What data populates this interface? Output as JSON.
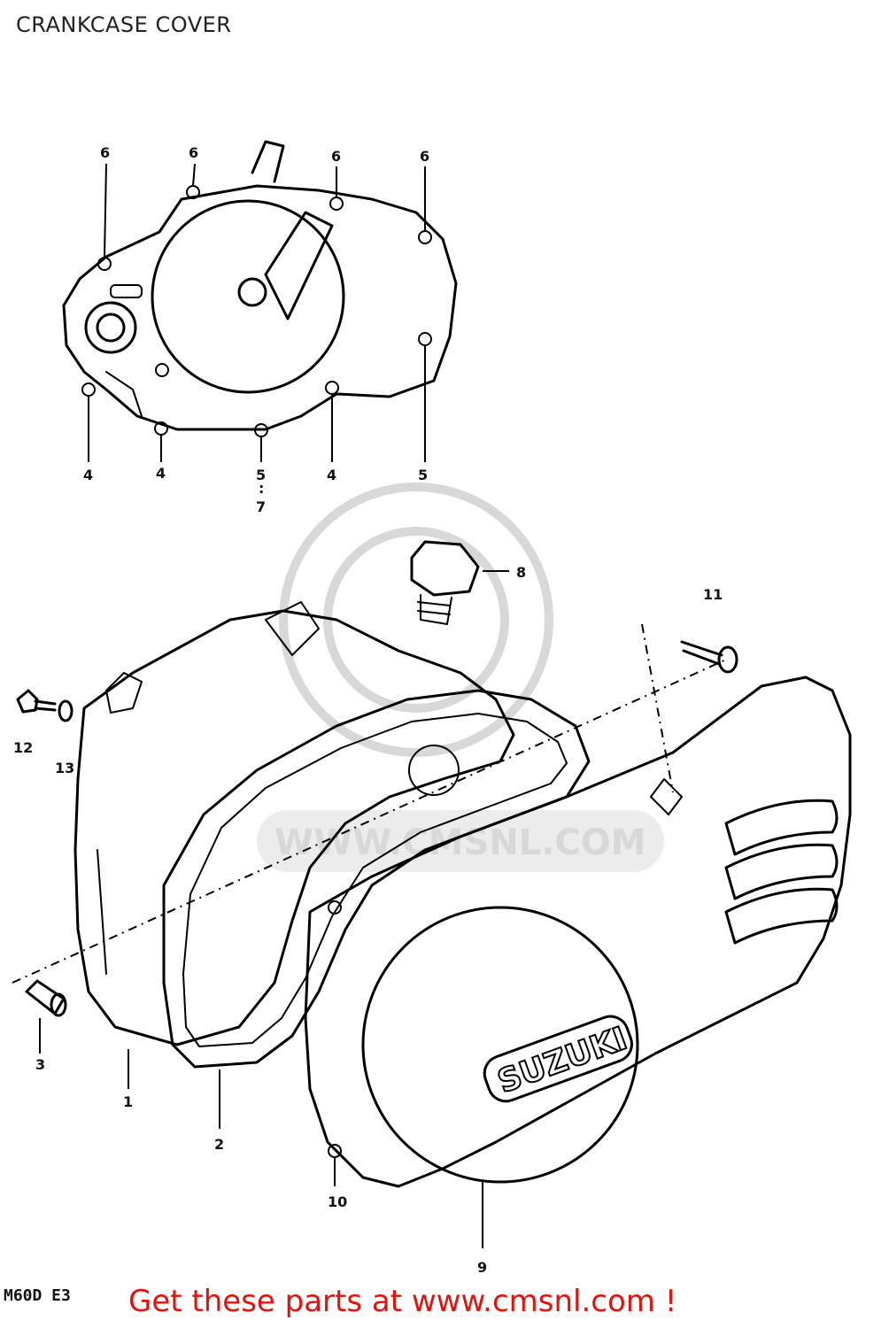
{
  "page_title": "CRANKCASE COVER",
  "model_code": "M60D  E3",
  "footer_text": "Get these parts at www.cmsnl.com !",
  "watermark_text": "WWW.CMSNL.COM",
  "brand_logo_text": "SUZUKI",
  "colors": {
    "footer": "#e3120b",
    "line": "#000000",
    "watermark": "#d8d8d8"
  },
  "part_labels": {
    "p1": "1",
    "p2": "2",
    "p3": "3",
    "p4a": "4",
    "p4b": "4",
    "p4c": "4",
    "p5a": "5",
    "p5b": "5",
    "p6a": "6",
    "p6b": "6",
    "p6c": "6",
    "p6d": "6",
    "p7": "7",
    "p8": "8",
    "p9": "9",
    "p10": "10",
    "p11": "11",
    "p12": "12",
    "p13": "13"
  }
}
